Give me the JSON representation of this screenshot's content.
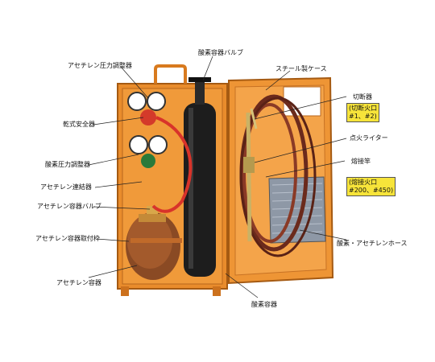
{
  "labels": {
    "acetylene_regulator": "アセチレン圧力調整器",
    "oxygen_valve": "酸素容器バルブ",
    "steel_case": "スチール製ケース",
    "cutter": "切断器",
    "dry_safety": "乾式安全器",
    "igniter": "点火ライター",
    "torch": "熔接竿",
    "oxygen_regulator": "酸素圧力調整器",
    "acetylene_connector": "アセチレン連結器",
    "acetylene_valve": "アセチレン容器バルブ",
    "acetylene_holder": "アセチレン容器取付枠",
    "acetylene_cylinder": "アセチレン容器",
    "hose": "酸素・アセチレンホース",
    "oxygen_cylinder": "酸素容器"
  },
  "callouts": {
    "cutting_tips_title": "(切断火口",
    "cutting_tips_values": "#1、#2)",
    "welding_tips_title": "(熔接火口",
    "welding_tips_values": "#200、#450)"
  }
}
